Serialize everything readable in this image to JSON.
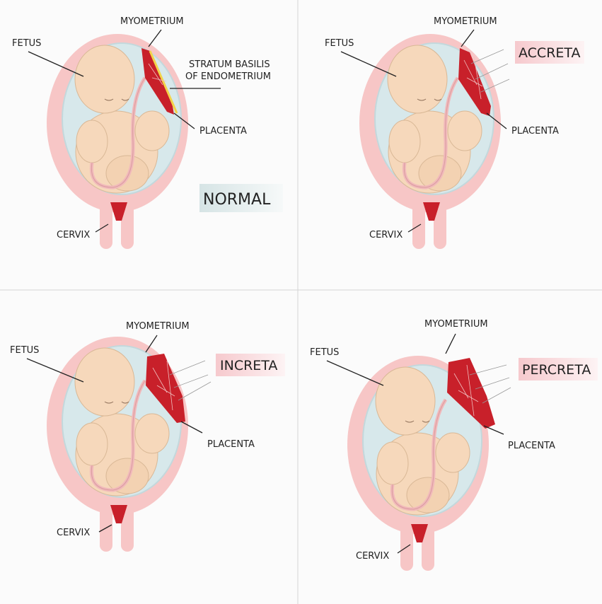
{
  "panels": [
    {
      "id": "normal",
      "title": "NORMAL",
      "myometrium": "MYOMETRIUM",
      "fetus": "FETUS",
      "placenta": "PLACENTA",
      "cervix": "CERVIX",
      "stratum_line1": "STRATUM BASILIS",
      "stratum_line2": "OF ENDOMETRIUM"
    },
    {
      "id": "accreta",
      "title": "ACCRETA",
      "myometrium": "MYOMETRIUM",
      "fetus": "FETUS",
      "placenta": "PLACENTA",
      "cervix": "CERVIX"
    },
    {
      "id": "increta",
      "title": "INCRETA",
      "myometrium": "MYOMETRIUM",
      "fetus": "FETUS",
      "placenta": "PLACENTA",
      "cervix": "CERVIX"
    },
    {
      "id": "percreta",
      "title": "PERCRETA",
      "myometrium": "MYOMETRIUM",
      "fetus": "FETUS",
      "placenta": "PLACENTA",
      "cervix": "CERVIX"
    }
  ],
  "colors": {
    "myometrium": "#f7c6c6",
    "amniotic": "#d7e8eb",
    "fetus": "#f6d8bb",
    "placenta": "#c8202a",
    "stratum": "#f3d34a",
    "title_normal_bg": "#dde8e9",
    "title_abnormal_bg": "#f8d2d5"
  }
}
